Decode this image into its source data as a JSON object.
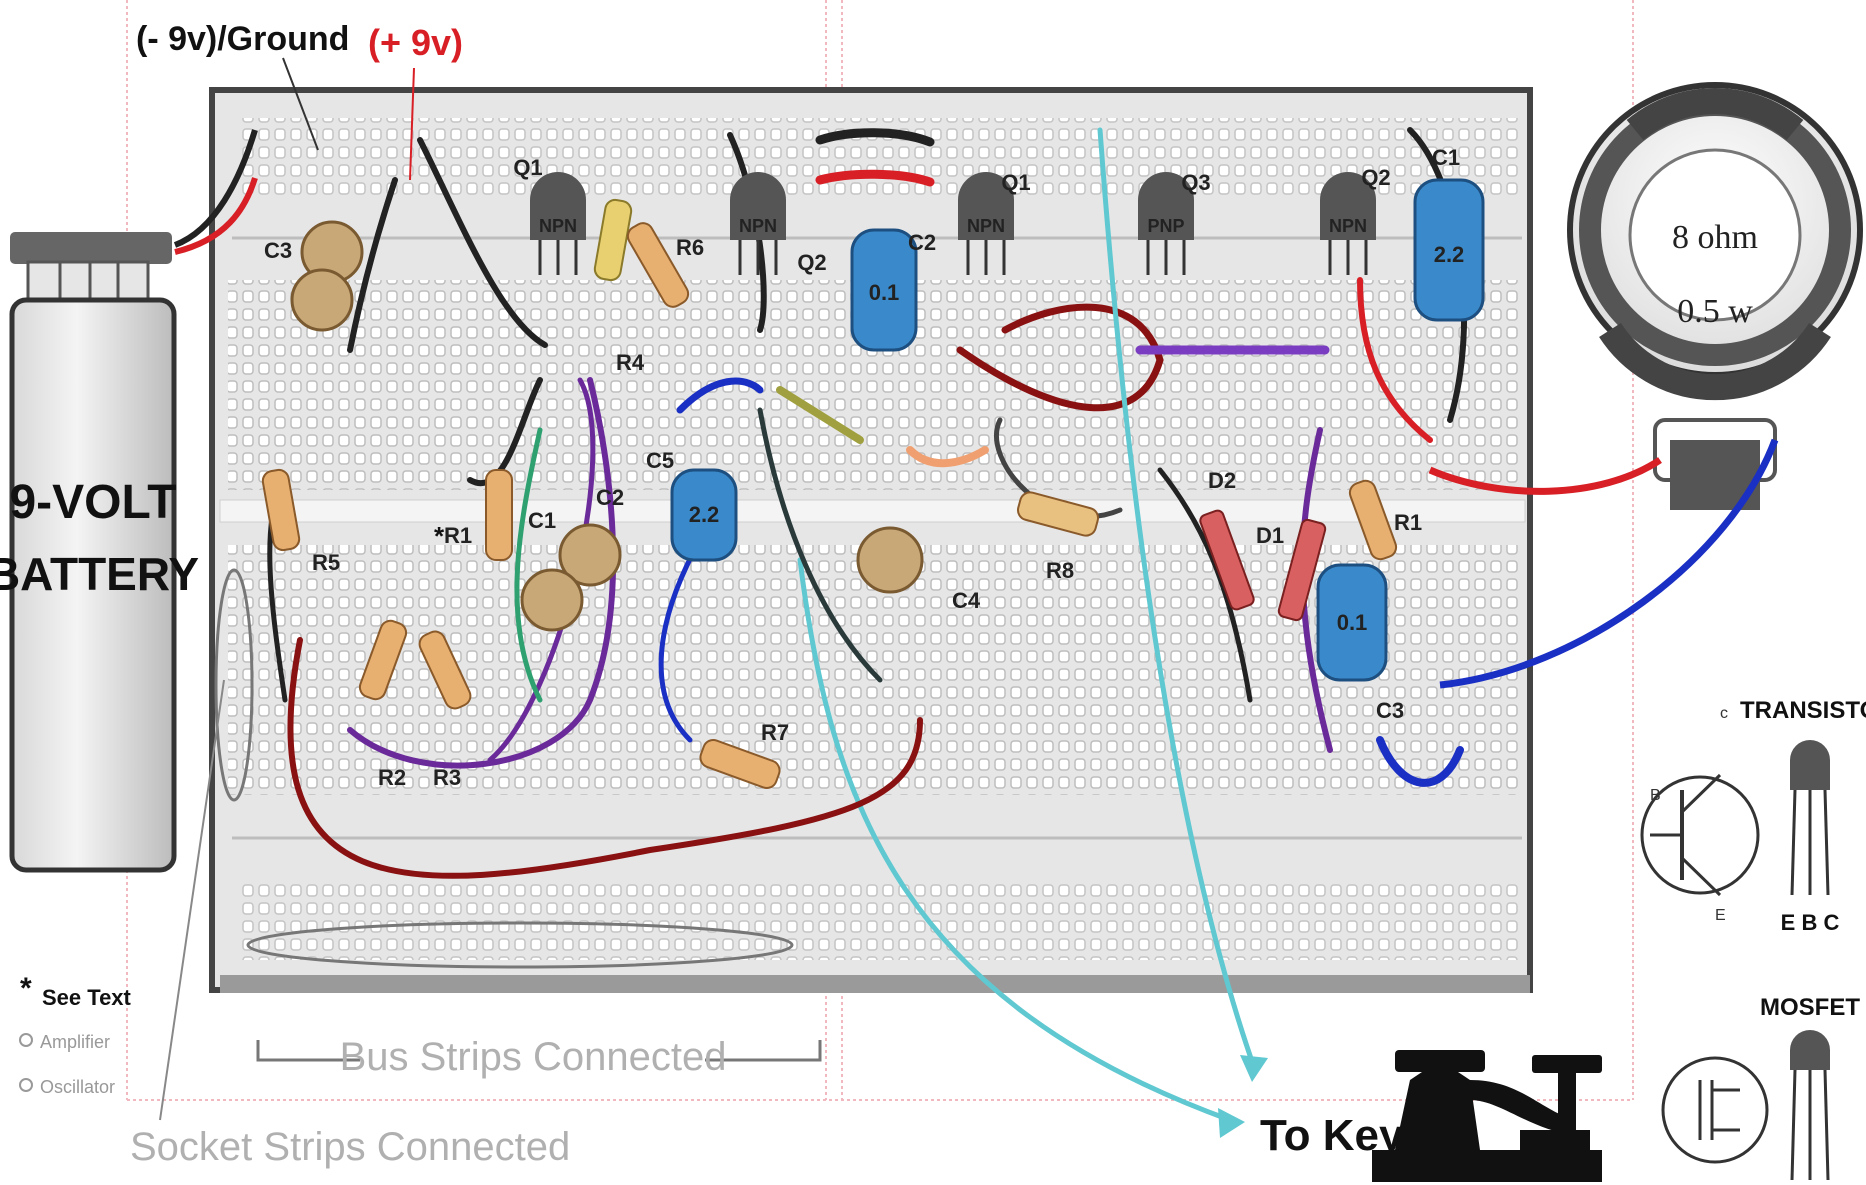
{
  "labels": {
    "ground": "(- 9v)/Ground",
    "plus9v": "(+ 9v)",
    "battery_line1": "9-VOLT",
    "battery_line2": "BATTERY",
    "speaker_line1": "8 ohm",
    "speaker_line2": "0.5 w",
    "bus_strips": "Bus Strips Connected",
    "socket_strips": "Socket Strips Connected",
    "to_key": "To Key",
    "transistor": "TRANSISTOR",
    "mosfet": "MOSFET",
    "ebc": "E B C",
    "see_text": "See Text",
    "amplifier": "Amplifier",
    "oscillator": "Oscillator"
  },
  "components": {
    "Q1_left": "Q1",
    "Q2_left": "Q2",
    "Q1_right": "Q1",
    "Q3": "Q3",
    "Q2_right": "Q2",
    "npn": "NPN",
    "pnp": "PNP",
    "C1_top": "C1",
    "C2_mid": "C2",
    "C3_left": "C3",
    "C1_left": "C1",
    "C2_left": "C2",
    "C5": "C5",
    "C4": "C4",
    "C3_right": "C3",
    "R1": "R1",
    "R2": "R2",
    "R3": "R3",
    "R4": "R4",
    "R5": "R5",
    "R6": "R6",
    "R7": "R7",
    "R8": "R8",
    "R1_right": "R1",
    "D1": "D1",
    "D2": "D2"
  },
  "colors": {
    "wire_red": "#d81f26",
    "wire_black": "#222222",
    "wire_blue": "#1a2fc4",
    "wire_purple": "#6a2a9a",
    "wire_cyan": "#5fc8d0",
    "wire_darkred": "#8a1111",
    "board": "#e2e2e2",
    "hole": "#c8c8c8"
  }
}
